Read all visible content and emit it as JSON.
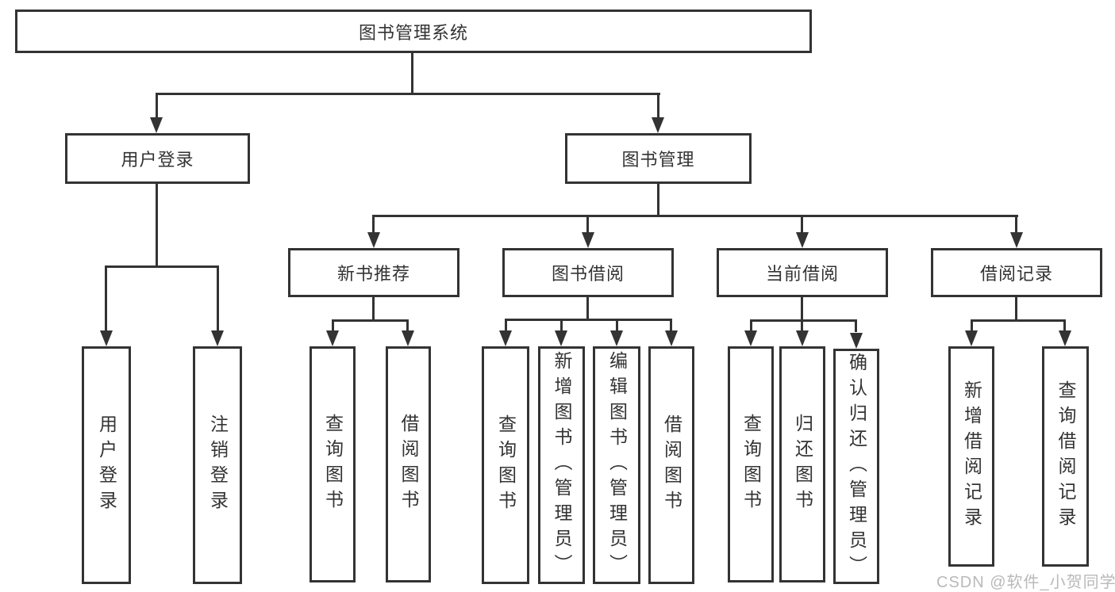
{
  "watermark": "CSDN @软件_小贺同学",
  "colors": {
    "line": "#333333",
    "background": "#ffffff",
    "watermark_text": "#b9b9b9"
  },
  "tree": {
    "root": "图书管理系统",
    "user_login": {
      "label": "用户登录",
      "children": [
        "用户登录",
        "注销登录"
      ]
    },
    "book_mgmt": {
      "label": "图书管理",
      "children": {
        "new_book_recommend": {
          "label": "新书推荐",
          "children": [
            "查询图书",
            "借阅图书"
          ]
        },
        "book_borrow": {
          "label": "图书借阅",
          "children": [
            "查询图书",
            "新增图书（管理员）",
            "编辑图书（管理员）",
            "借阅图书"
          ]
        },
        "current_borrow": {
          "label": "当前借阅",
          "children": [
            "查询图书",
            "归还图书",
            "确认归还（管理员）"
          ]
        },
        "borrow_records": {
          "label": "借阅记录",
          "children": [
            "新增借阅记录",
            "查询借阅记录"
          ]
        }
      }
    }
  }
}
